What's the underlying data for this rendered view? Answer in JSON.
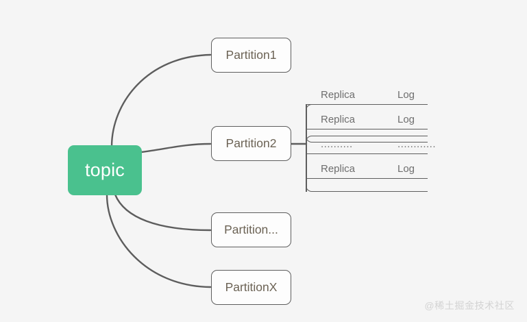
{
  "diagram": {
    "background_color": "#f5f5f5",
    "root": {
      "label": "topic",
      "fill_color": "#4ac18e",
      "text_color": "#ffffff"
    },
    "branch_color": "#5d5d5d",
    "node_text_color": "#6b6254",
    "partitions": [
      {
        "label": "Partition1"
      },
      {
        "label": "Partition2"
      },
      {
        "label": "Partition..."
      },
      {
        "label": "PartitionX"
      }
    ],
    "replica_table": {
      "text_color": "#6e6e6e",
      "columns": [
        "Replica",
        "Log"
      ],
      "rows": [
        {
          "replica": "Replica",
          "log": "Log"
        },
        {
          "replica": "Replica",
          "log": "Log"
        },
        {
          "replica": "..........",
          "log": "............"
        },
        {
          "replica": "Replica",
          "log": "Log"
        }
      ]
    },
    "watermark": "@稀土掘金技术社区"
  }
}
